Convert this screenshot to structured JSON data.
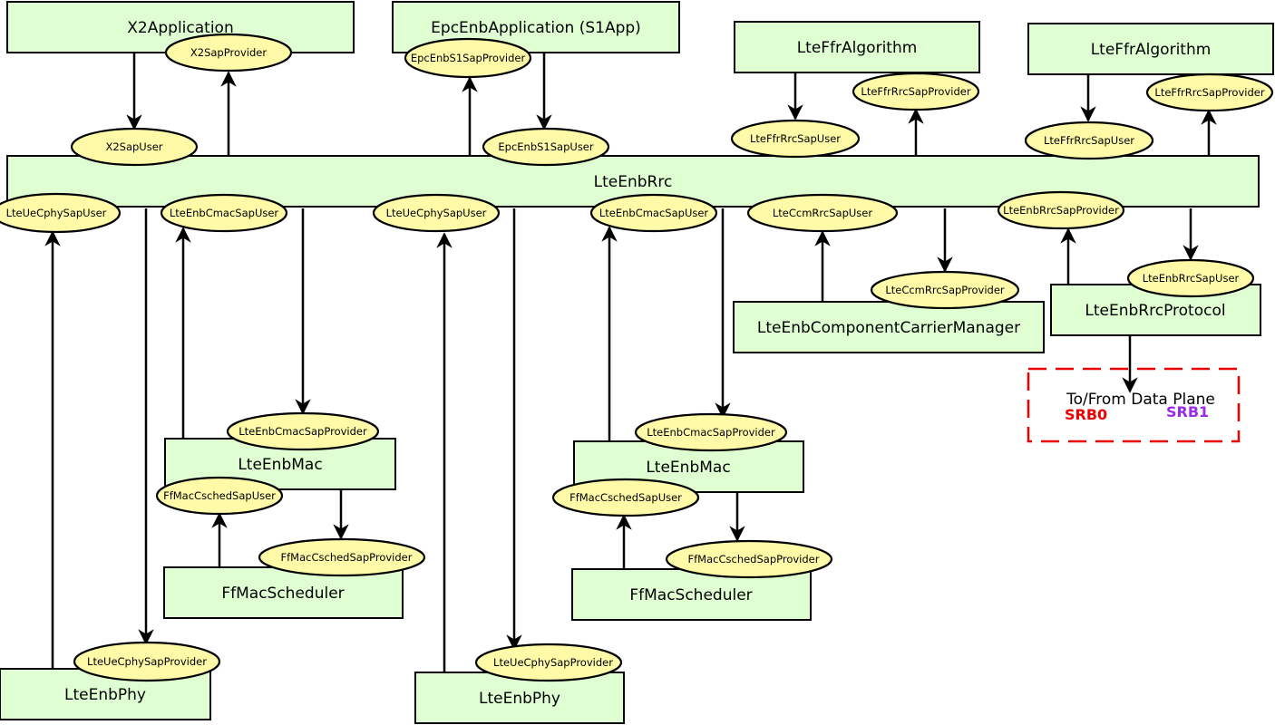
{
  "boxes": {
    "x2_app": "X2Application",
    "epc_app": "EpcEnbApplication (S1App)",
    "ffr_1": "LteFfrAlgorithm",
    "ffr_2": "LteFfrAlgorithm",
    "rrc": "LteEnbRrc",
    "ccm": "LteEnbComponentCarrierManager",
    "rrc_protocol": "LteEnbRrcProtocol",
    "mac_1": "LteEnbMac",
    "mac_2": "LteEnbMac",
    "sched_1": "FfMacScheduler",
    "sched_2": "FfMacScheduler",
    "phy_1": "LteEnbPhy",
    "phy_2": "LteEnbPhy"
  },
  "saps": {
    "x2_provider": "X2SapProvider",
    "x2_user": "X2SapUser",
    "s1_provider": "EpcEnbS1SapProvider",
    "s1_user": "EpcEnbS1SapUser",
    "ffr_user_1": "LteFfrRrcSapUser",
    "ffr_provider_1": "LteFfrRrcSapProvider",
    "ffr_user_2": "LteFfrRrcSapUser",
    "ffr_provider_2": "LteFfrRrcSapProvider",
    "cphy_user_1": "LteUeCphySapUser",
    "cmac_user_1": "LteEnbCmacSapUser",
    "cphy_user_2": "LteUeCphySapUser",
    "cmac_user_2": "LteEnbCmacSapUser",
    "ccm_user": "LteCcmRrcSapUser",
    "ccm_provider": "LteCcmRrcSapProvider",
    "rrc_sap_provider": "LteEnbRrcSapProvider",
    "rrc_sap_user": "LteEnbRrcSapUser",
    "cmac_provider_1": "LteEnbCmacSapProvider",
    "csched_user_1": "FfMacCschedSapUser",
    "csched_provider_1": "FfMacCschedSapProvider",
    "cmac_provider_2": "LteEnbCmacSapProvider",
    "csched_user_2": "FfMacCschedSapUser",
    "csched_provider_2": "FfMacCschedSapProvider",
    "cphy_provider_1": "LteUeCphySapProvider",
    "cphy_provider_2": "LteUeCphySapProvider"
  },
  "data_plane": {
    "label": "To/From Data Plane",
    "srb0": "SRB0",
    "srb1": "SRB1"
  },
  "colors": {
    "box_fill": "#dfffd3",
    "sap_fill": "#fffaa8",
    "data_plane_border": "#ee0000",
    "srb0": "#ee0000",
    "srb1": "#9a2be6"
  }
}
